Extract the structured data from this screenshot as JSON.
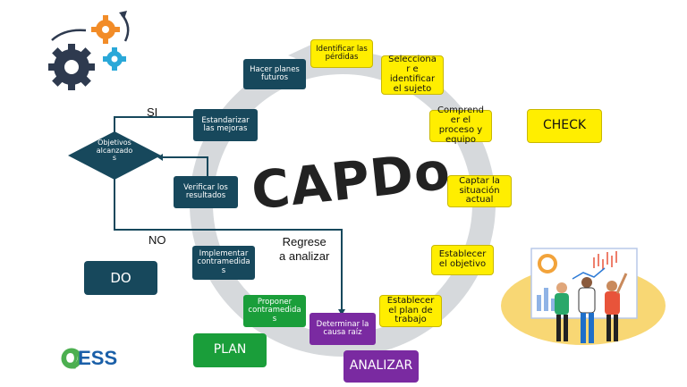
{
  "title": "CAPDo",
  "cycle_steps": [
    "Identificar las\npérdidas",
    "Selecciona\nr e\nidentificar\nel sujeto",
    "Comprend\ner el\nproceso y\nequipo",
    "Captar la\nsituación\nactual",
    "Establecer\nel objetivo",
    "Establecer\nel plan de\ntrabajo",
    "Determinar la\ncausa raíz",
    "Proponer\ncontramedida\ns",
    "Implementar\ncontramedida\ns",
    "Verificar los\nresultados",
    "Estandarizar\nlas mejoras",
    "Hacer planes\nfuturos"
  ],
  "decision": {
    "label": "Objetivos\nalcanzado\ns",
    "yes": "SI",
    "no": "NO"
  },
  "return_label": "Regrese\na analizar",
  "phases": {
    "check": "CHECK",
    "do": "DO",
    "plan": "PLAN",
    "analizar": "ANALIZAR"
  },
  "logo": {
    "q": "Q",
    "rest": "ESS"
  },
  "colors": {
    "navy": "#17485c",
    "yellow": "#ffee00",
    "green": "#1a9e3a",
    "purple": "#7a2aa1",
    "ring": "#d6d9dc"
  }
}
